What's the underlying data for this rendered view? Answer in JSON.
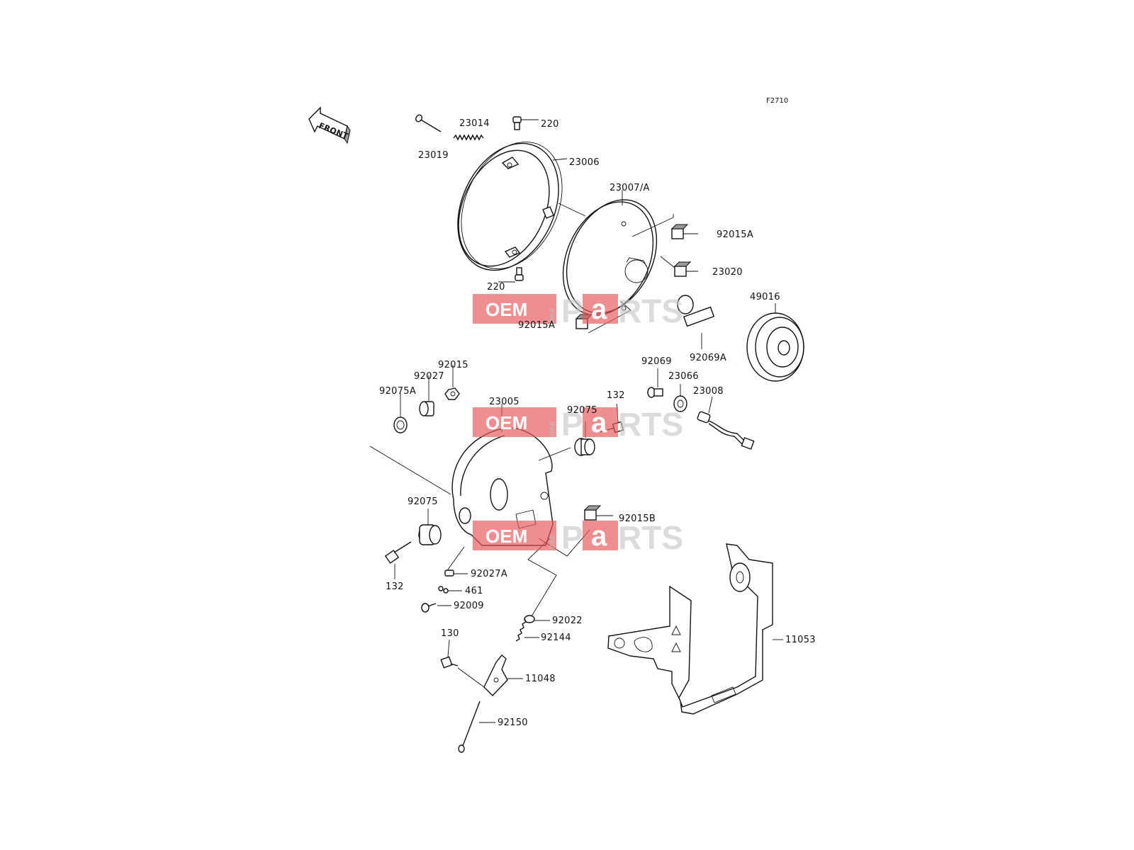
{
  "figure_code": "F2710",
  "front_arrow_label": "FRONT",
  "watermark": {
    "oem": "OEM",
    "bike": "BIKE",
    "parts_p": "P",
    "parts_a": "a",
    "parts_rts": "RTS"
  },
  "labels": {
    "l23019": "23019",
    "l23014": "23014",
    "l220_top": "220",
    "l23006": "23006",
    "l23007A": "23007/A",
    "l92015A_top": "92015A",
    "l23020": "23020",
    "l220_bottom": "220",
    "l49016": "49016",
    "l92015A_bottom": "92015A",
    "l92069A": "92069A",
    "l92069": "92069",
    "l23066": "23066",
    "l23008": "23008",
    "l92015": "92015",
    "l92027": "92027",
    "l92075A": "92075A",
    "l23005": "23005",
    "l92075_right": "92075",
    "l132_right": "132",
    "l92075_left": "92075",
    "l92015B": "92015B",
    "l132_left": "132",
    "l92027A": "92027A",
    "l461": "461",
    "l92009": "92009",
    "l92022": "92022",
    "l92144": "92144",
    "l130": "130",
    "l11048": "11048",
    "l11053": "11053",
    "l92150": "92150"
  }
}
